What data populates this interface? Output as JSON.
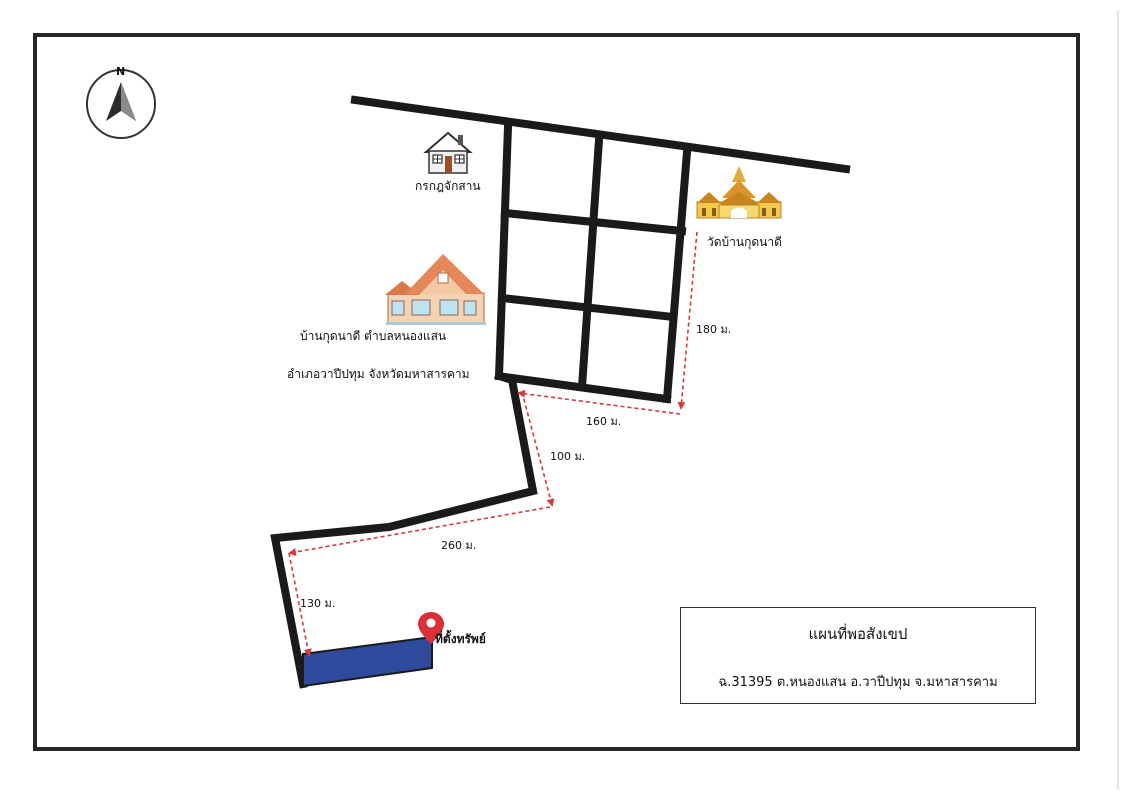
{
  "compass": {
    "north_label": "N"
  },
  "places": {
    "cooperative": "กรกฎจักสาน",
    "temple": "วัดบ้านกุดนาดี",
    "village_line1": "บ้านกุดนาดี ตำบลหนองแสน",
    "village_line2": "อำเภอวาปีปทุม จังหวัดมหาสารคาม",
    "property": "ที่ตั้งทรัพย์"
  },
  "distances": {
    "d180": "180 ม.",
    "d160": "160 ม.",
    "d100": "100 ม.",
    "d260": "260 ม.",
    "d130": "130 ม."
  },
  "legend": {
    "title": "แผนที่พอสังเขป",
    "subtitle": "ฉ.31395 ต.หนองแสน อ.วาปีปทุม จ.มหาสารคาม"
  },
  "colors": {
    "road": "#1a1a1a",
    "route": "#d43a3a",
    "parcel": "#2f4a9c",
    "pin": "#d9303a"
  }
}
